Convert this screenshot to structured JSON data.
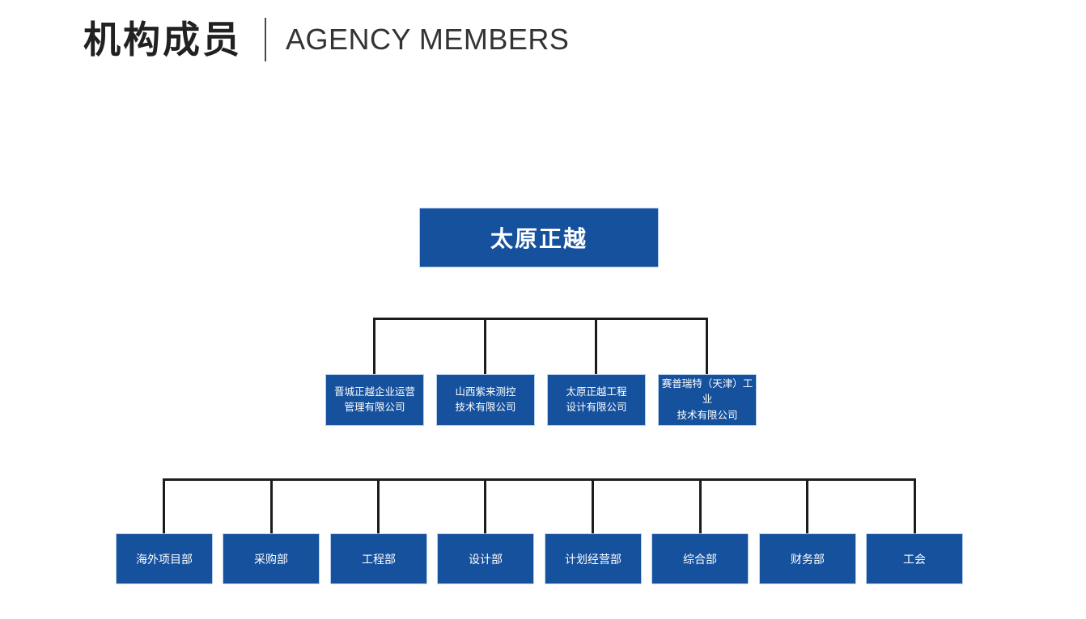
{
  "header": {
    "title_cn": "机构成员",
    "title_en": "AGENCY MEMBERS"
  },
  "colors": {
    "background": "#ffffff",
    "box_fill": "#15519d",
    "box_border": "#b7cfeb",
    "box_text": "#ffffff",
    "connector": "#1c1c1c",
    "title_cn_color": "#212121",
    "title_en_color": "#333333"
  },
  "org_chart": {
    "root": {
      "label": "太原正越"
    },
    "subsidiaries": [
      {
        "line1": "晋城正越企业运营",
        "line2": "管理有限公司"
      },
      {
        "line1": "山西紫来测控",
        "line2": "技术有限公司"
      },
      {
        "line1": "太原正越工程",
        "line2": "设计有限公司"
      },
      {
        "line1": "赛普瑞特（天津）工业",
        "line2": "技术有限公司"
      }
    ],
    "departments": [
      {
        "label": "海外项目部"
      },
      {
        "label": "采购部"
      },
      {
        "label": "工程部"
      },
      {
        "label": "设计部"
      },
      {
        "label": "计划经营部"
      },
      {
        "label": "综合部"
      },
      {
        "label": "财务部"
      },
      {
        "label": "工会"
      }
    ]
  }
}
